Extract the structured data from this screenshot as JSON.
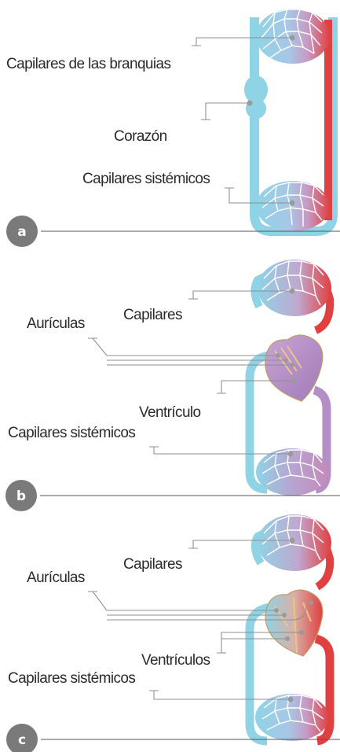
{
  "diagrams": [
    {
      "badge": "a",
      "labels": {
        "gill_capillaries": "Capilares de las branquias",
        "heart": "Corazón",
        "systemic_capillaries": "Capilares sistémicos"
      }
    },
    {
      "badge": "b",
      "labels": {
        "capillaries": "Capilares",
        "atria": "Aurículas",
        "ventricle": "Ventrículo",
        "systemic_capillaries": "Capilares sistémicos"
      }
    },
    {
      "badge": "c",
      "labels": {
        "capillaries": "Capilares",
        "atria": "Aurículas",
        "ventricles": "Ventrículos",
        "systemic_capillaries": "Capilares sistémicos"
      }
    }
  ],
  "colors": {
    "oxygen_poor": "#8fd3e6",
    "oxygen_rich": "#e04040",
    "mixed": "#b896c8",
    "badge": "#7a7a7a",
    "separator": "#555555"
  }
}
